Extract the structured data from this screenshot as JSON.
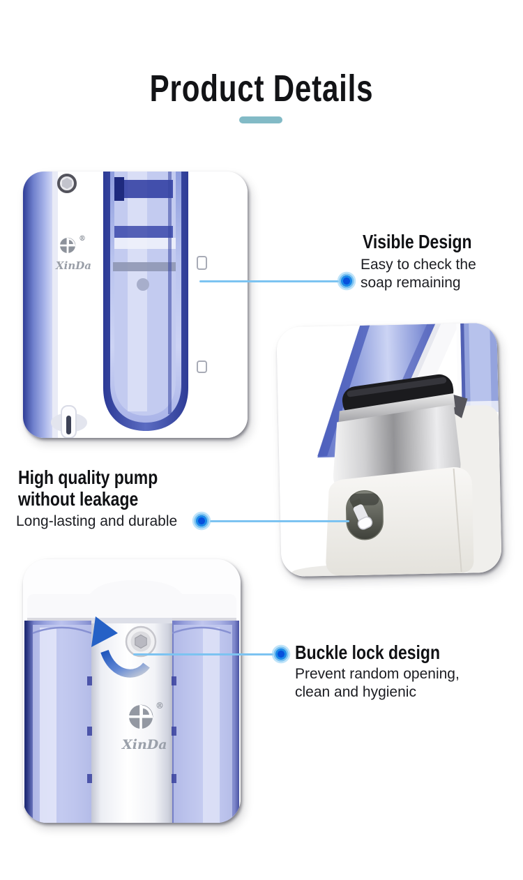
{
  "page": {
    "title": "Product Details"
  },
  "brand": {
    "name": "XinDa",
    "registered": "®"
  },
  "annotations": [
    {
      "heading_lines": [
        "Visible Design"
      ],
      "body_lines": [
        "Easy to check the",
        "soap remaining"
      ]
    },
    {
      "heading_lines": [
        "High quality pump",
        "without leakage"
      ],
      "body_lines": [
        "Long-lasting and durable"
      ]
    },
    {
      "heading_lines": [
        "Buckle lock design"
      ],
      "body_lines": [
        "Prevent random opening,",
        "clean and hygienic"
      ]
    }
  ],
  "colors": {
    "accent_underline": "#82bac6",
    "connector_line": "#7cc3f1",
    "connector_dot_core": "#0750dc",
    "heading_text": "#101114",
    "body_text": "#1c1d22",
    "dispenser_blue_dark": "#2c3a96",
    "dispenser_blue_mid": "#9ca6e0",
    "dispenser_blue_light": "#ccd4f4"
  }
}
